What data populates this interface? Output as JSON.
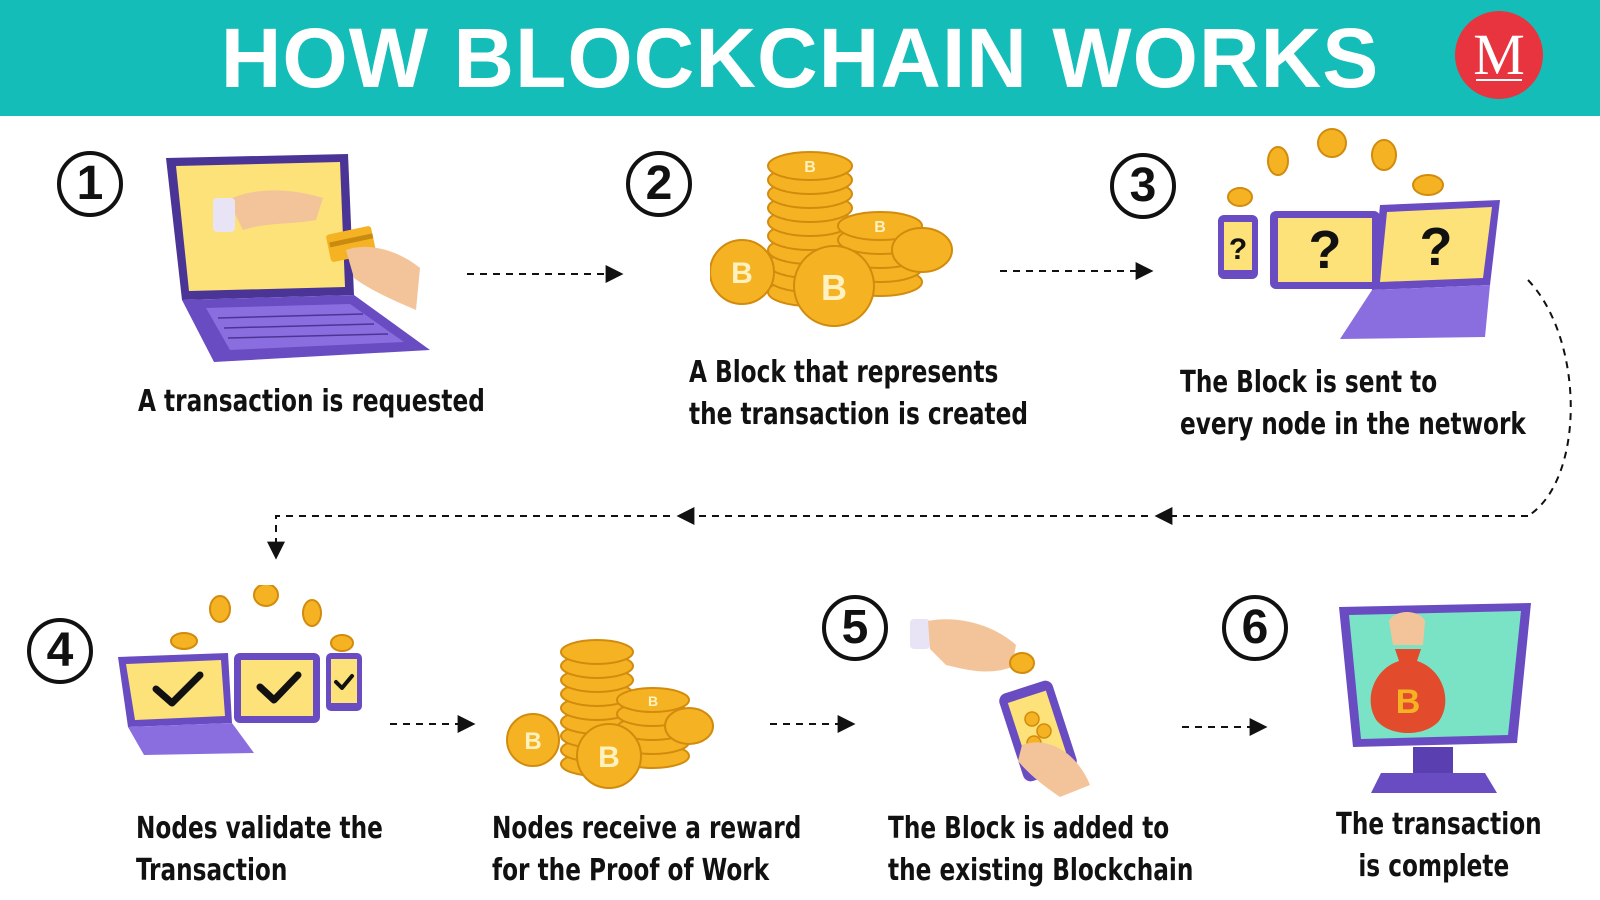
{
  "title": "HOW BLOCKCHAIN WORKS",
  "logo": {
    "letter": "M",
    "color": "#e8343e",
    "icon": "brand-logo-icon"
  },
  "colors": {
    "header": "#15bdb8",
    "coin": "#f5b324",
    "device": "#6a4cc2",
    "screen": "#fde27a"
  },
  "steps": [
    {
      "num": "1",
      "lines": [
        "A transaction is requested"
      ],
      "icon": "laptop-payment-icon"
    },
    {
      "num": "2",
      "lines": [
        "A Block that represents",
        "the transaction is created"
      ],
      "icon": "coin-stack-icon"
    },
    {
      "num": "3",
      "lines": [
        "The Block is sent to",
        "every node in the network"
      ],
      "icon": "network-devices-icon"
    },
    {
      "num": "4",
      "lines": [
        "Nodes validate the",
        "Transaction"
      ],
      "icon": "validated-devices-icon"
    },
    {
      "num": "",
      "lines": [
        "Nodes receive a reward",
        "for the Proof of Work"
      ],
      "icon": "reward-coins-icon"
    },
    {
      "num": "5",
      "lines": [
        "The Block is added to",
        "the existing Blockchain"
      ],
      "icon": "phone-coin-icon"
    },
    {
      "num": "6",
      "lines": [
        "The transaction",
        "is complete"
      ],
      "icon": "monitor-moneybag-icon"
    }
  ],
  "glyphs": {
    "question": "?",
    "bitcoin": "B"
  }
}
